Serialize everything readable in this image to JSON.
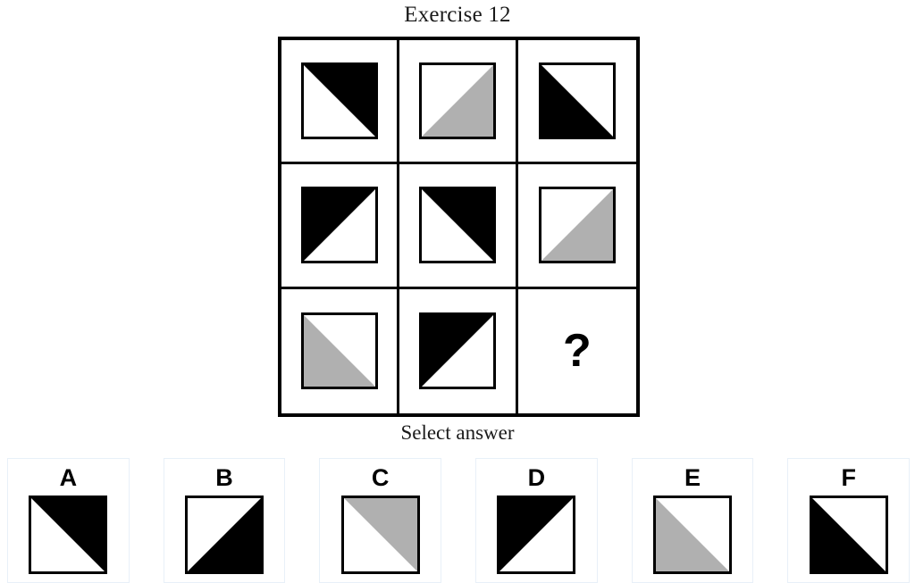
{
  "header": {
    "title": "Exercise 12"
  },
  "colors": {
    "black": "#000000",
    "gray": "#b0b0b0",
    "white": "#ffffff",
    "grid_line": "#000000",
    "card_border": "#e8f0f8"
  },
  "matrix": {
    "rows": 3,
    "columns": 3,
    "cells": [
      {
        "id": "r1c1",
        "shape": "half-square-triangle",
        "fill": "#000000",
        "half": "upper-right",
        "diagonal": "tl-br"
      },
      {
        "id": "r1c2",
        "shape": "half-square-triangle",
        "fill": "#b0b0b0",
        "half": "lower-right",
        "diagonal": "bl-tr"
      },
      {
        "id": "r1c3",
        "shape": "half-square-triangle",
        "fill": "#000000",
        "half": "lower-left",
        "diagonal": "tl-br"
      },
      {
        "id": "r2c1",
        "shape": "half-square-triangle",
        "fill": "#000000",
        "half": "upper-left",
        "diagonal": "bl-tr"
      },
      {
        "id": "r2c2",
        "shape": "half-square-triangle",
        "fill": "#000000",
        "half": "upper-right",
        "diagonal": "tl-br"
      },
      {
        "id": "r2c3",
        "shape": "half-square-triangle",
        "fill": "#b0b0b0",
        "half": "lower-right",
        "diagonal": "bl-tr"
      },
      {
        "id": "r3c1",
        "shape": "half-square-triangle",
        "fill": "#b0b0b0",
        "half": "lower-left",
        "diagonal": "tl-br"
      },
      {
        "id": "r3c2",
        "shape": "half-square-triangle",
        "fill": "#000000",
        "half": "upper-left",
        "diagonal": "bl-tr"
      },
      {
        "id": "r3c3",
        "shape": "question-mark",
        "fill": null,
        "half": null,
        "diagonal": null,
        "text": "?"
      }
    ]
  },
  "prompt": {
    "select_answer_label": "Select answer"
  },
  "options": [
    {
      "letter": "A",
      "shape": "half-square-triangle",
      "fill": "#000000",
      "half": "upper-right",
      "diagonal": "tl-br"
    },
    {
      "letter": "B",
      "shape": "half-square-triangle",
      "fill": "#000000",
      "half": "lower-right",
      "diagonal": "bl-tr"
    },
    {
      "letter": "C",
      "shape": "half-square-triangle",
      "fill": "#b0b0b0",
      "half": "upper-right",
      "diagonal": "tl-br"
    },
    {
      "letter": "D",
      "shape": "half-square-triangle",
      "fill": "#000000",
      "half": "upper-left",
      "diagonal": "bl-tr"
    },
    {
      "letter": "E",
      "shape": "half-square-triangle",
      "fill": "#b0b0b0",
      "half": "lower-left",
      "diagonal": "tl-br"
    },
    {
      "letter": "F",
      "shape": "half-square-triangle",
      "fill": "#000000",
      "half": "lower-left",
      "diagonal": "tl-br"
    }
  ]
}
